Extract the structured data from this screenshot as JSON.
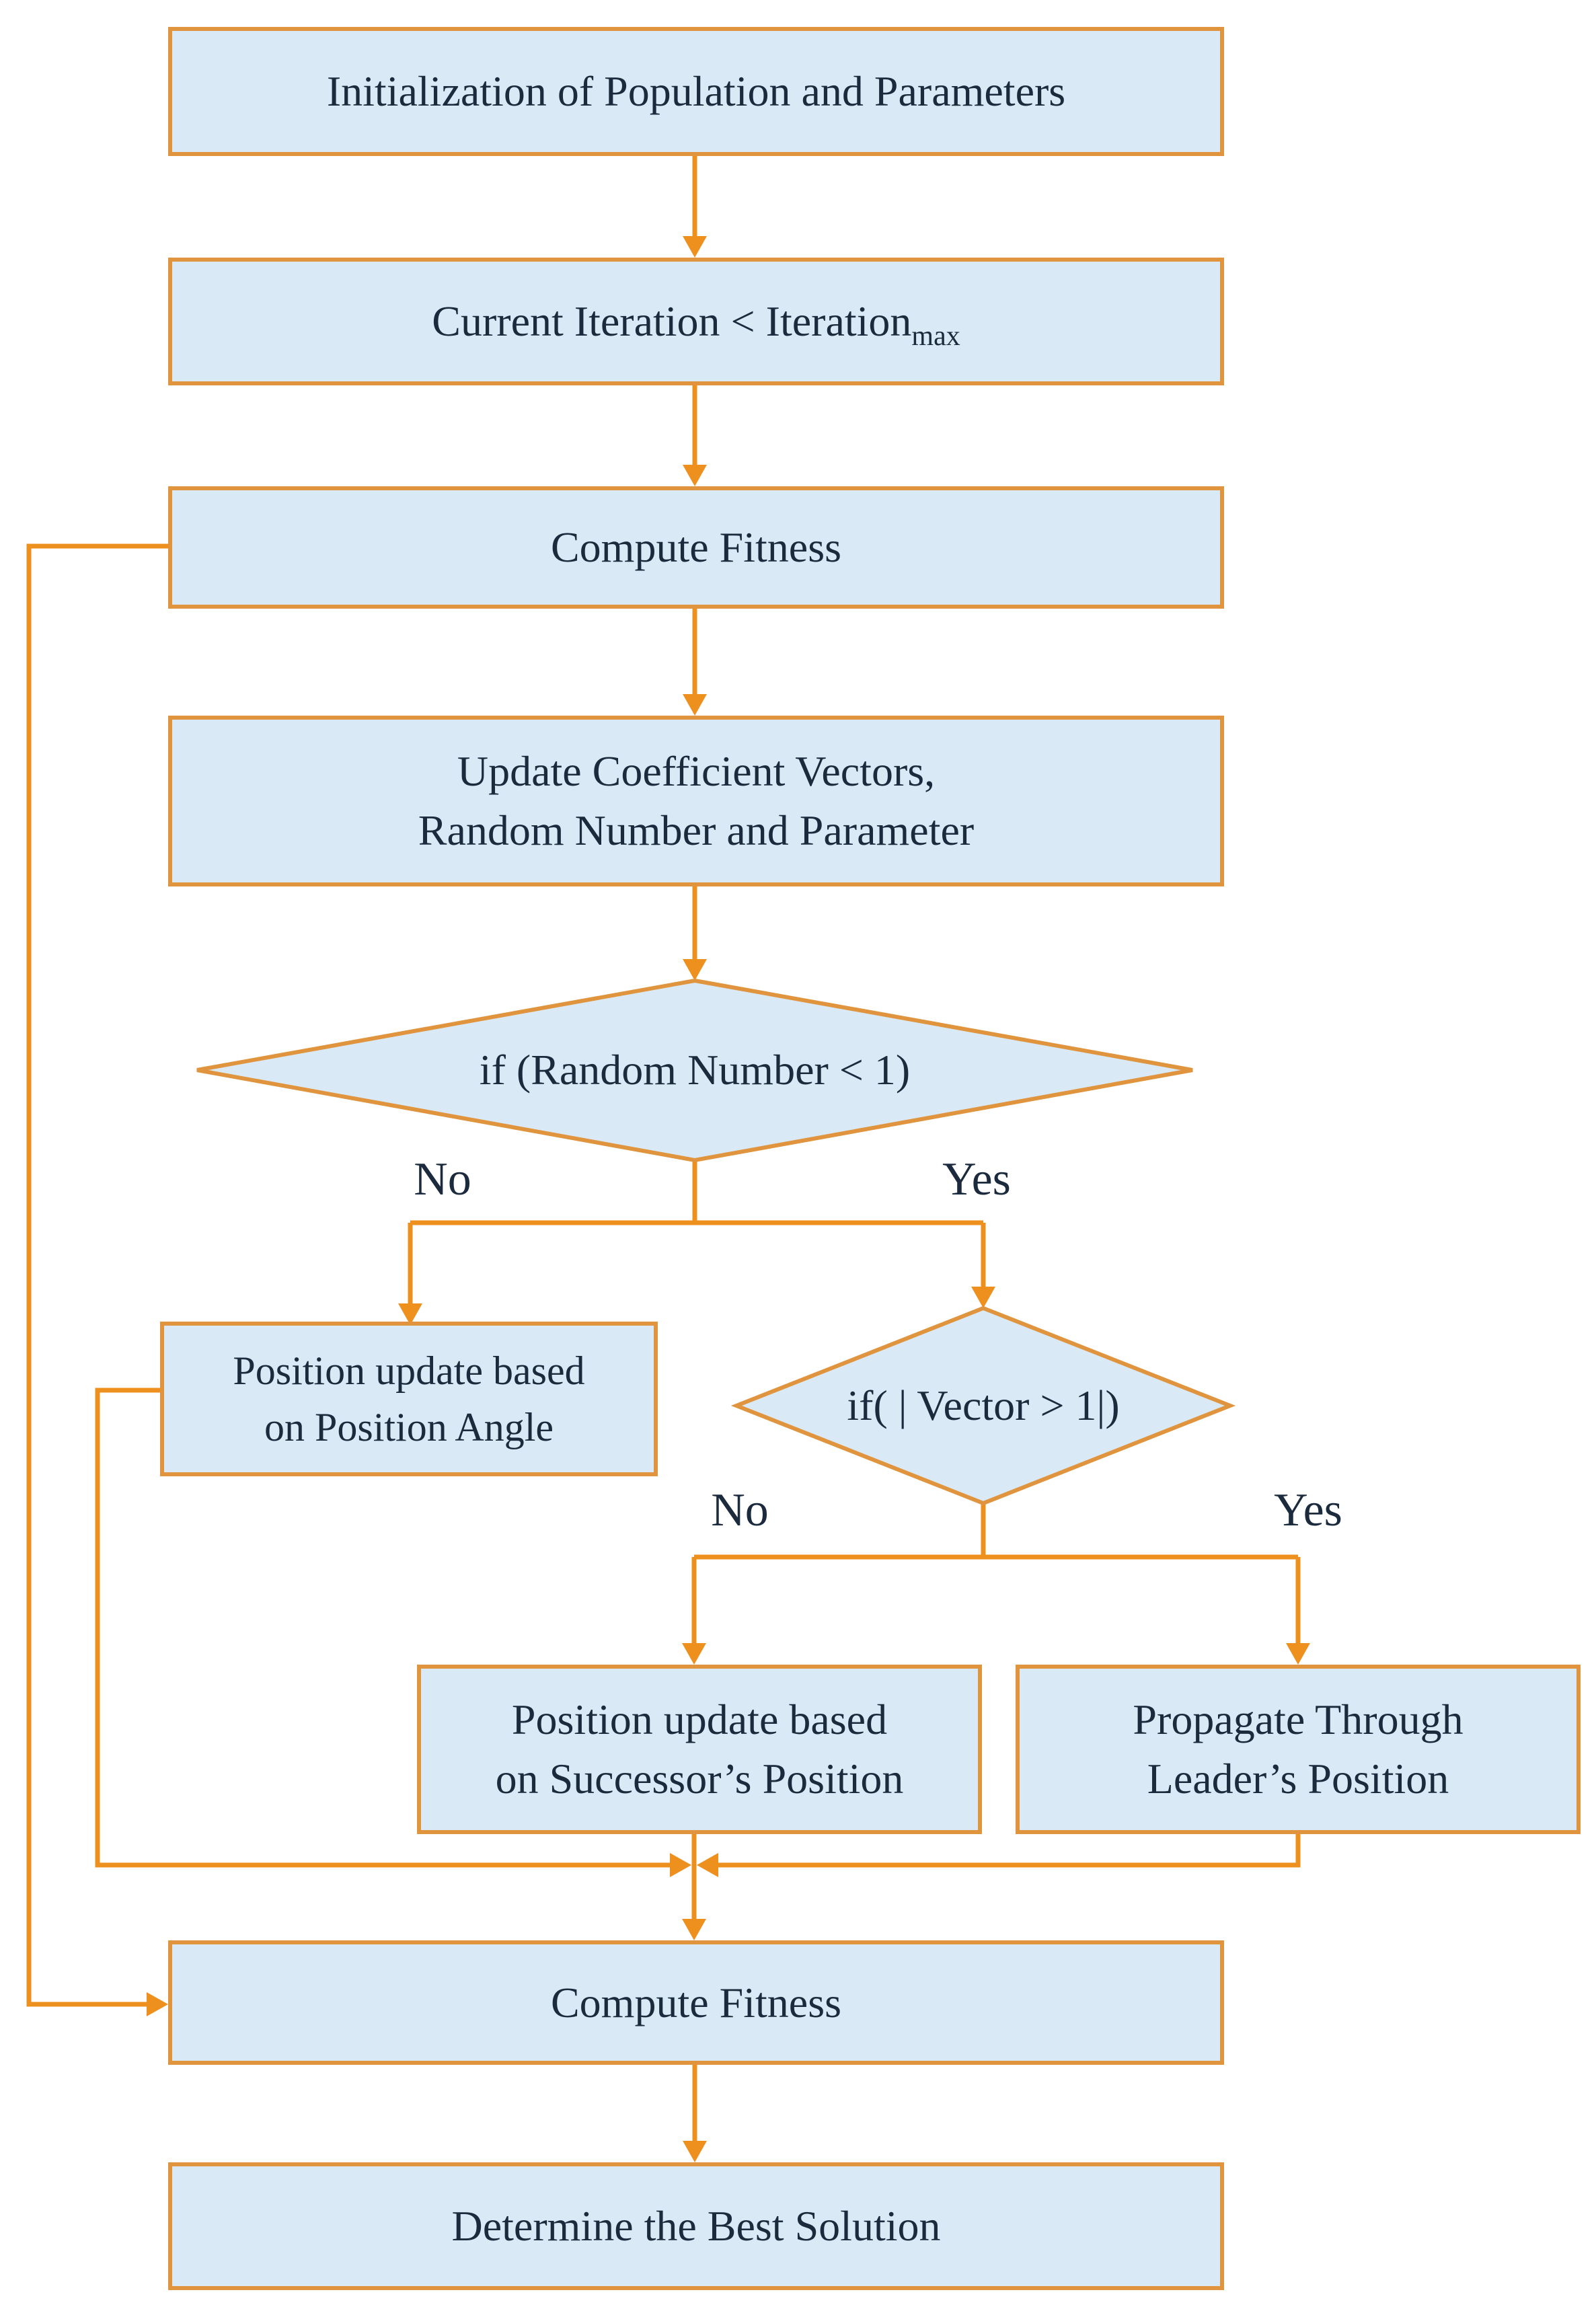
{
  "colors": {
    "background": "#ffffff",
    "box_fill": "#d9eaf6",
    "box_border": "#e0943e",
    "connector": "#ee901e",
    "text": "#1b2b3d"
  },
  "nodes": {
    "init": {
      "label": "Initialization of Population and Parameters"
    },
    "iteration": {
      "label": "Current Iteration < Iteration",
      "subscript": "max"
    },
    "compute_fitness_1": {
      "label": "Compute Fitness"
    },
    "update": {
      "line1": "Update Coefficient Vectors,",
      "line2": "Random Number and Parameter"
    },
    "decision_random": {
      "label": "if (Random Number < 1)"
    },
    "position_angle": {
      "line1": "Position update based",
      "line2": "on Position Angle"
    },
    "decision_vector": {
      "label": "if( | Vector > 1|)"
    },
    "successor": {
      "line1": "Position update based",
      "line2": "on Successor’s Position"
    },
    "leader": {
      "line1": "Propagate Through",
      "line2": "Leader’s Position"
    },
    "compute_fitness_2": {
      "label": "Compute Fitness"
    },
    "best": {
      "label": "Determine the Best Solution"
    }
  },
  "edge_labels": {
    "random_no": "No",
    "random_yes": "Yes",
    "vector_no": "No",
    "vector_yes": "Yes"
  }
}
